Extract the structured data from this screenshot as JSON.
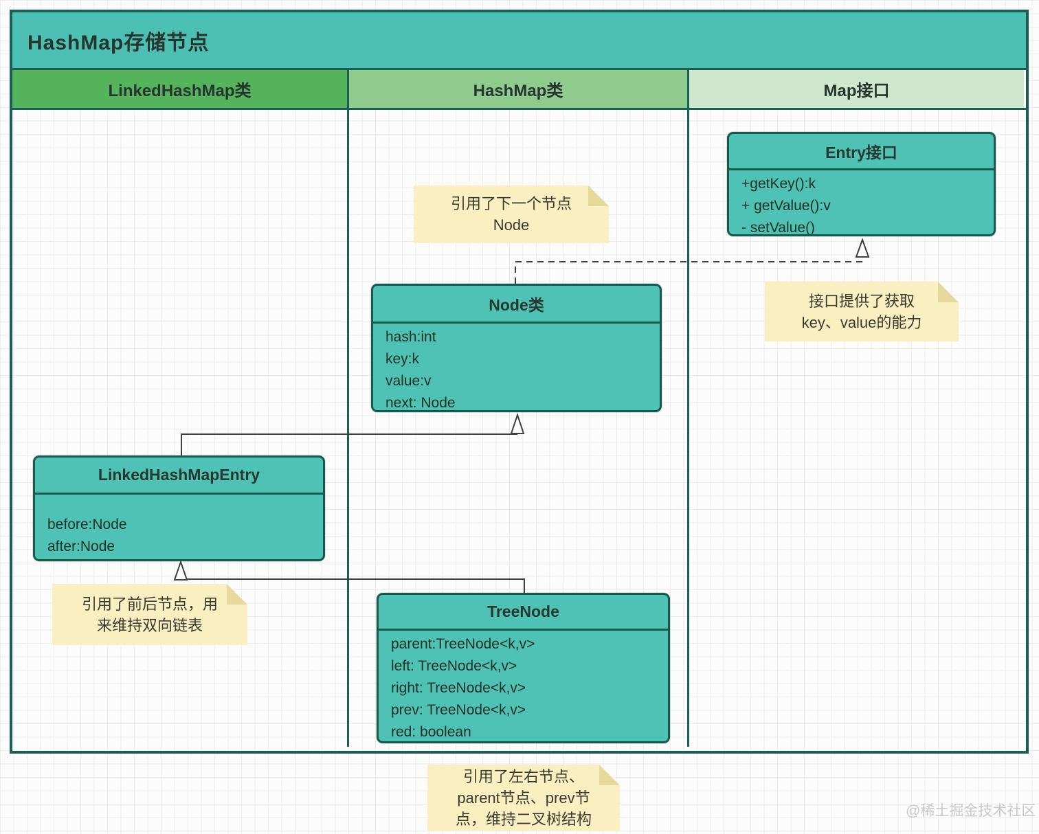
{
  "title": "HashMap存储节点",
  "lanes": [
    {
      "label": "LinkedHashMap类",
      "header_color": "#55b35b"
    },
    {
      "label": "HashMap类",
      "header_color": "#8fcb8d"
    },
    {
      "label": "Map接口",
      "header_color": "#cfe8cd"
    }
  ],
  "classes": [
    {
      "title": "Entry接口",
      "members": [
        "+getKey():k",
        "+ getValue():v",
        "- setValue()"
      ]
    },
    {
      "title": "Node类",
      "members": [
        "hash:int",
        "key:k",
        "value:v",
        "next: Node"
      ]
    },
    {
      "title": "LinkedHashMapEntry",
      "members": [
        "before:Node",
        "after:Node"
      ]
    },
    {
      "title": "TreeNode",
      "members": [
        "parent:TreeNode<k,v>",
        "left: TreeNode<k,v>",
        "right: TreeNode<k,v>",
        "prev: TreeNode<k,v>",
        "red: boolean"
      ]
    }
  ],
  "notes": [
    {
      "text": "引用了下一个节点\nNode"
    },
    {
      "text": "接口提供了获取\nkey、value的能力"
    },
    {
      "text": "引用了前后节点，用\n来维持双向链表"
    },
    {
      "text": "引用了左右节点、\nparent节点、prev节\n点，维持二叉树结构"
    }
  ],
  "relations": [
    {
      "from": "Node类",
      "to": "Entry接口",
      "type": "realization",
      "style": "dashed-hollow-triangle"
    },
    {
      "from": "LinkedHashMapEntry",
      "to": "Node类",
      "type": "inheritance",
      "style": "solid-hollow-triangle"
    },
    {
      "from": "TreeNode",
      "to": "LinkedHashMapEntry",
      "type": "inheritance",
      "style": "solid-hollow-triangle"
    }
  ],
  "colors": {
    "title_bar": "#4cc0b3",
    "class_fill": "#4ec2b4",
    "border_dark": "#1d5e52",
    "note_fill": "#f9efc1",
    "lane1": "#55b35b",
    "lane2": "#8fcb8d",
    "lane3": "#cfe8cd"
  },
  "watermark": "@稀土掘金技术社区"
}
